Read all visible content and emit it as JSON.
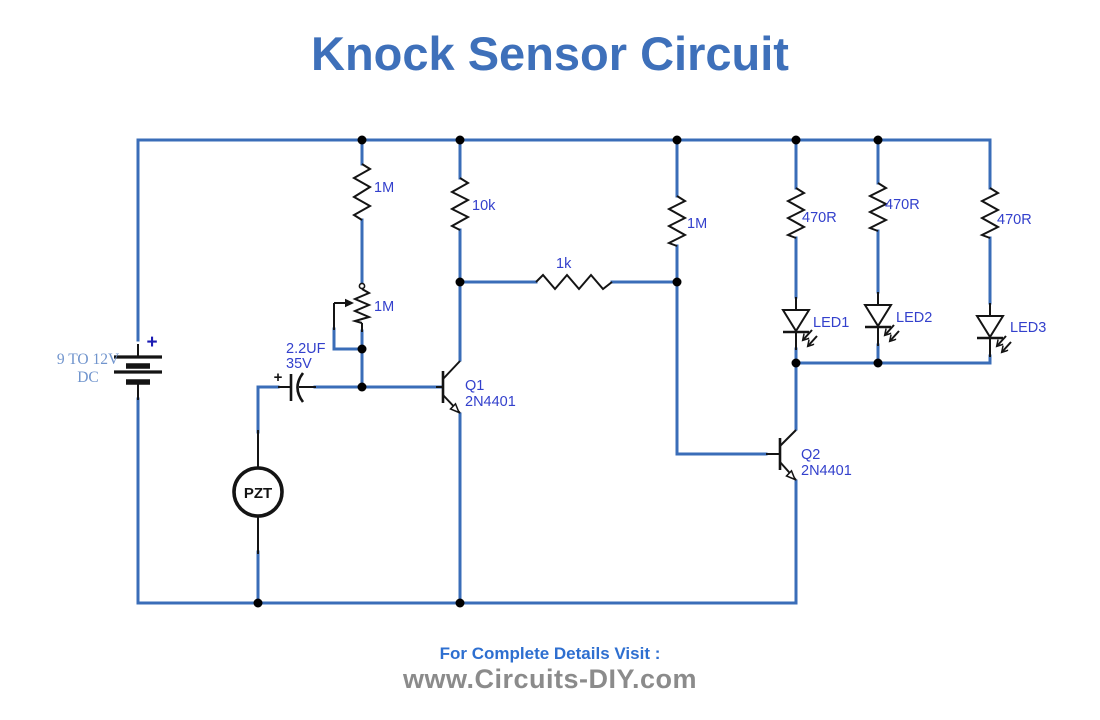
{
  "title": "Knock Sensor Circuit",
  "footer": {
    "visit_text": "For Complete Details Visit :",
    "url_text": "www.Circuits-DIY.com"
  },
  "colors": {
    "wire": "#3a6db8",
    "component_stroke": "#141414",
    "label": "#3340cc",
    "title": "#3e70ba",
    "battery_label": "#7094cd",
    "battery_plus": "#1b1bb3",
    "footer_visit": "#2e6fd0",
    "footer_url": "#8b8b8b"
  },
  "components": {
    "battery": {
      "label_line1": "9 TO 12V",
      "label_line2": "DC",
      "plus": "+"
    },
    "r_1m_top": {
      "value": "1M"
    },
    "pot_1m": {
      "value": "1M"
    },
    "r_10k": {
      "value": "10k"
    },
    "r_1k": {
      "value": "1k"
    },
    "r_1m_right": {
      "value": "1M"
    },
    "r_470_1": {
      "value": "470R"
    },
    "r_470_2": {
      "value": "470R"
    },
    "r_470_3": {
      "value": "470R"
    },
    "cap": {
      "value_line1": "2.2UF",
      "value_line2": "35V",
      "plus": "+"
    },
    "pzt": {
      "label": "PZT"
    },
    "q1": {
      "ref": "Q1",
      "part": "2N4401"
    },
    "q2": {
      "ref": "Q2",
      "part": "2N4401"
    },
    "led1": {
      "label": "LED1"
    },
    "led2": {
      "label": "LED2"
    },
    "led3": {
      "label": "LED3"
    }
  }
}
